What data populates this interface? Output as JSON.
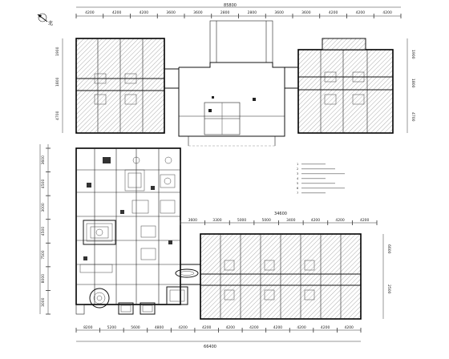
{
  "north_label": "北",
  "top": {
    "overall": "85800",
    "segments": [
      "4200",
      "4200",
      "4200",
      "3600",
      "3600",
      "2800",
      "2800",
      "3600",
      "3600",
      "4200",
      "4200",
      "4200"
    ]
  },
  "left_block": {
    "segments": [
      "1900",
      "1800",
      "4700"
    ]
  },
  "right_block": {
    "segments": [
      "1900",
      "1800",
      "4700"
    ]
  },
  "bottom_right": {
    "overall": "34600",
    "segments": [
      "3600",
      "3300",
      "5000",
      "5000",
      "3400",
      "4200",
      "4200",
      "4200"
    ]
  },
  "bottom": {
    "overall": "66400",
    "segments": [
      "8200",
      "5200",
      "5600",
      "4800",
      "4200",
      "4200",
      "4200",
      "4200",
      "4200",
      "4200",
      "4200",
      "4200"
    ]
  },
  "left_lower": {
    "segments": [
      "3600",
      "4500",
      "3000",
      "4500",
      "7500",
      "8000",
      "3000"
    ]
  },
  "right_lower": {
    "segments": [
      "6600",
      "2500"
    ]
  },
  "notes": {
    "lines": [
      "1",
      "2",
      "3",
      "4",
      "5",
      "6",
      "7"
    ]
  }
}
